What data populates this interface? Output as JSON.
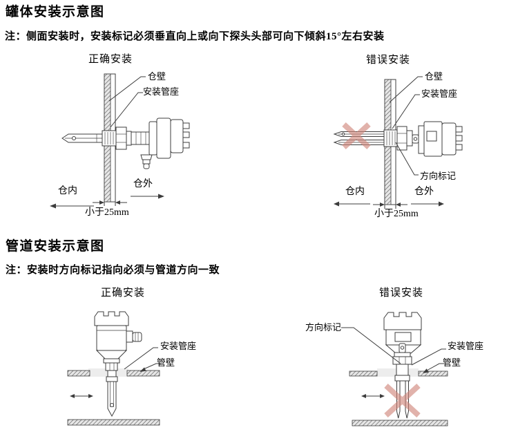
{
  "colors": {
    "background": "#ffffff",
    "text": "#000000",
    "line": "#3c3c3c",
    "hatch": "#7a7a7a",
    "error_x": "#d08478"
  },
  "tank_section": {
    "heading": "罐体安装示意图",
    "note": "注：侧面安装时，安装标记必须垂直向上或向下探头头部可向下倾斜15°左右安装",
    "correct": {
      "title": "正确安装",
      "wall_label": "仓壁",
      "socket_label": "安装管座",
      "inside_label": "仓内",
      "outside_label": "仓外",
      "thickness_label": "小于25mm"
    },
    "wrong": {
      "title": "错误安装",
      "wall_label": "仓壁",
      "socket_label": "安装管座",
      "direction_label": "方向标记",
      "inside_label": "仓内",
      "outside_label": "仓外",
      "thickness_label": "小于25mm"
    }
  },
  "pipe_section": {
    "heading": "管道安装示意图",
    "note": "注：安装时方向标记指向必须与管道方向一致",
    "correct": {
      "title": "正确安装",
      "socket_label": "安装管座",
      "wall_label": "管壁"
    },
    "wrong": {
      "title": "错误安装",
      "direction_label": "方向标记",
      "socket_label": "安装管座",
      "wall_label": "管壁"
    }
  }
}
